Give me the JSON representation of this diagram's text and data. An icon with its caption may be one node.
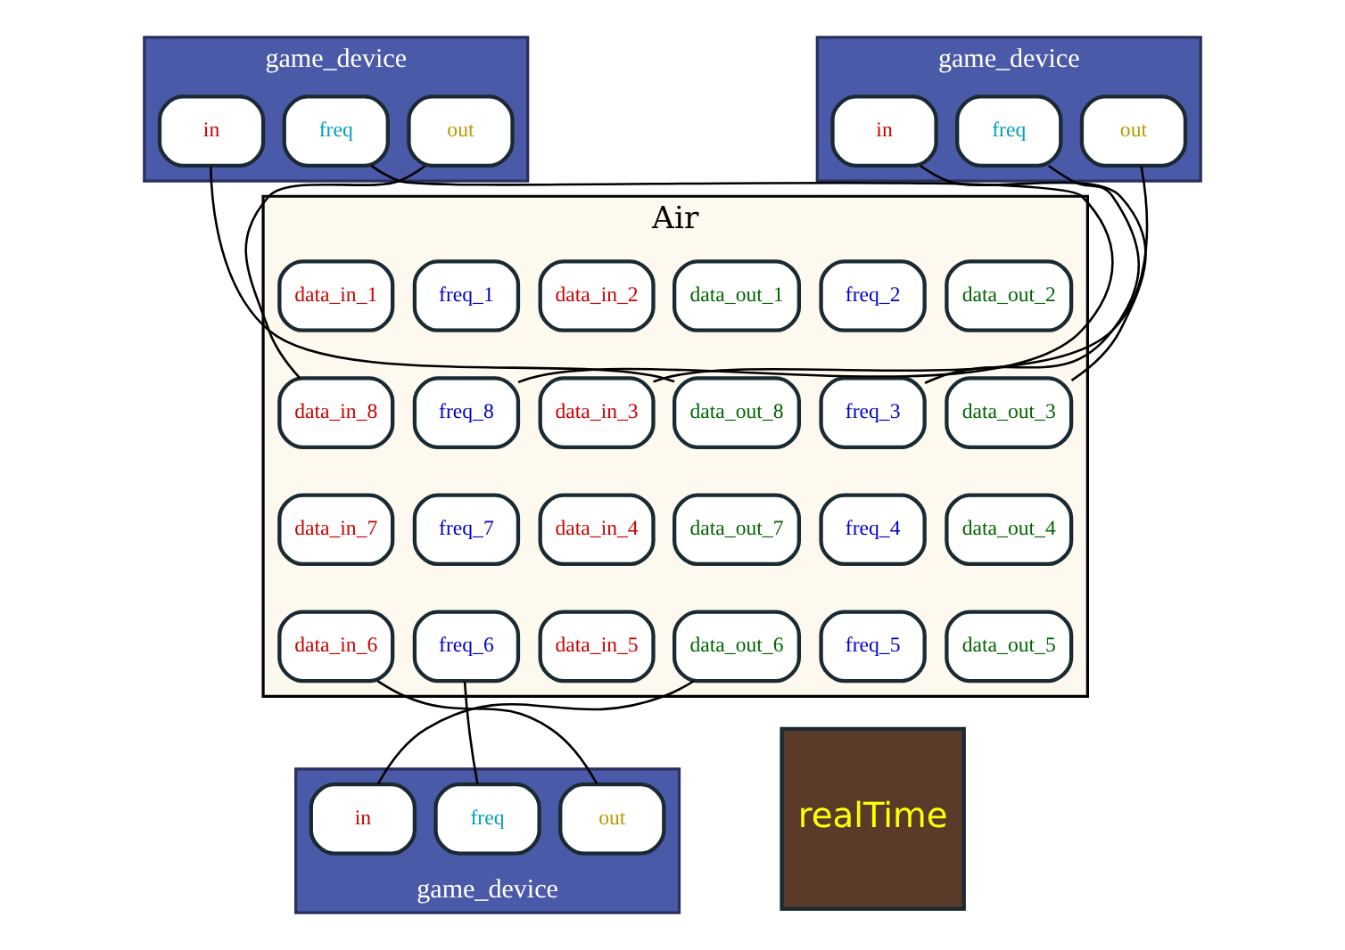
{
  "diagram": {
    "nodes": [
      {
        "text": [
          "Air"
        ]
      },
      {
        "text": [
          "data_in_1"
        ],
        "in": 0
      },
      {
        "text": [
          "freq_1"
        ],
        "in": 0
      },
      {
        "text": [
          "data_out_1"
        ],
        "in": 0
      },
      {
        "text": [
          "data_in_2"
        ],
        "in": 0
      },
      {
        "text": [
          "freq_2"
        ],
        "in": 0
      },
      {
        "text": [
          "data_out_2"
        ],
        "in": 0
      },
      {
        "text": [
          "data_in_8"
        ],
        "in": 0
      },
      {
        "text": [
          "freq_8"
        ],
        "in": 0
      },
      {
        "text": [
          "data_out_8"
        ],
        "in": 0
      },
      {
        "text": [
          "data_in_3"
        ],
        "in": 0
      },
      {
        "text": [
          "freq_3"
        ],
        "in": 0
      },
      {
        "text": [
          "data_out_3"
        ],
        "in": 0
      },
      {
        "text": [
          "data_in_7"
        ],
        "in": 0
      },
      {
        "text": [
          "freq_7"
        ],
        "in": 0
      },
      {
        "text": [
          "data_out_7"
        ],
        "in": 0
      },
      {
        "text": [
          "data_in_4"
        ],
        "in": 0
      },
      {
        "text": [
          "freq_4"
        ],
        "in": 0
      },
      {
        "text": [
          "data_out_4"
        ],
        "in": 0
      },
      {
        "text": [
          "data_in_6"
        ],
        "in": 0
      },
      {
        "text": [
          "freq_6"
        ],
        "in": 0
      },
      {
        "text": [
          "data_out_6"
        ],
        "in": 0
      },
      {
        "text": [
          "data_in_5"
        ],
        "in": 0
      },
      {
        "text": [
          "freq_5"
        ],
        "in": 0
      },
      {
        "text": [
          "data_out_5"
        ],
        "in": 0
      },
      {
        "text": [
          "game_device"
        ]
      },
      {
        "text": [
          "out"
        ],
        "in": 25
      },
      {
        "text": [
          "freq"
        ],
        "in": 25
      },
      {
        "text": [
          "in"
        ],
        "in": 25
      },
      {
        "text": [
          "game_device"
        ]
      },
      {
        "text": [
          "out"
        ],
        "in": 29
      },
      {
        "text": [
          "freq"
        ],
        "in": 29
      },
      {
        "text": [
          "in"
        ],
        "in": 29
      },
      {
        "text": [
          "game_device"
        ]
      },
      {
        "text": [
          "out"
        ],
        "in": 33
      },
      {
        "text": [
          "freq"
        ],
        "in": 33
      },
      {
        "text": [
          "in"
        ],
        "in": 33
      },
      {
        "text": [
          "realTime"
        ]
      }
    ],
    "edges": [
      {
        "from": 26,
        "to": 7,
        "arrow": "none"
      },
      {
        "from": 27,
        "to": 8,
        "arrow": "none"
      },
      {
        "from": 9,
        "to": 28,
        "arrow": "none"
      },
      {
        "from": 30,
        "to": 10,
        "arrow": "none"
      },
      {
        "from": 31,
        "to": 11,
        "arrow": "none"
      },
      {
        "from": 12,
        "to": 32,
        "arrow": "none"
      },
      {
        "from": 34,
        "to": 19,
        "arrow": "none"
      },
      {
        "from": 35,
        "to": 20,
        "arrow": "none"
      },
      {
        "from": 21,
        "to": 36,
        "arrow": "none"
      }
    ]
  }
}
